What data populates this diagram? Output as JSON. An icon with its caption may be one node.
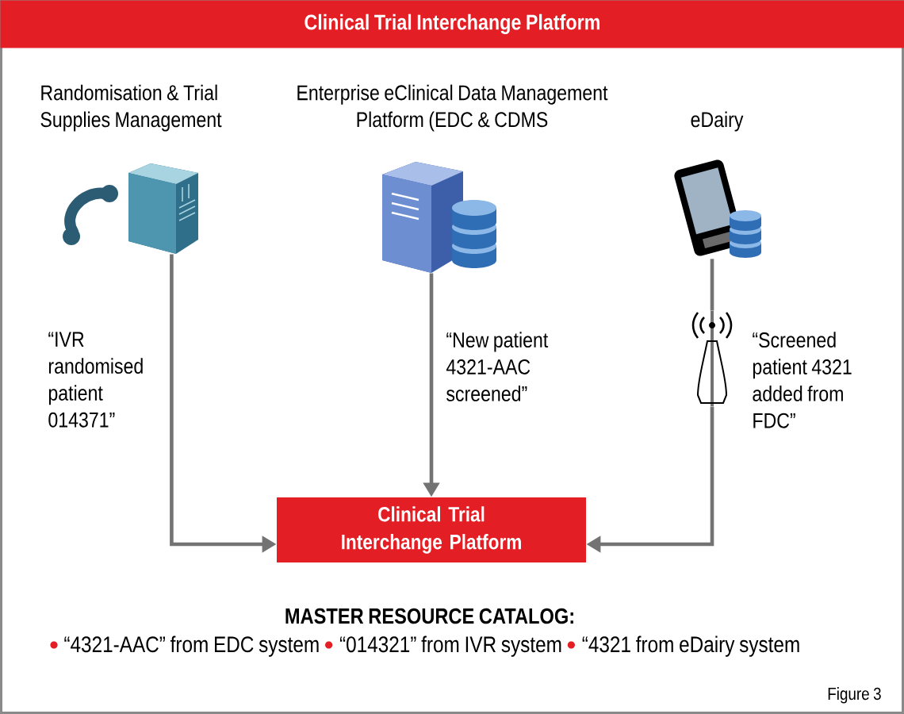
{
  "diagram": {
    "title": "Clinical Trial Interchange Platform",
    "nodes": [
      {
        "text": [
          "Randomisation & Trial Supplies Management"
        ]
      },
      {
        "text": [
          "Enterprise eClinical Data Management Platform (EDC & CDMS"
        ]
      },
      {
        "text": [
          "eDairy"
        ]
      },
      {
        "text": [],
        "shape": "picture"
      },
      {
        "text": [
          "Clinical Trial Interchange Platform"
        ]
      }
    ],
    "edges": [
      {
        "from": 0,
        "to": 4,
        "arrow": "to",
        "label": "“IVR randomised patient 014371”"
      },
      {
        "from": 1,
        "to": 4,
        "arrow": "to",
        "label": "“New patient 4321-AAC screened”"
      },
      {
        "from": 2,
        "to": 3,
        "arrow": "none"
      },
      {
        "from": 3,
        "to": 4,
        "arrow": "to",
        "label": "“Screened patient 4321 added from FDC”"
      }
    ],
    "labels": [
      "MASTER RESOURCE CATALOG:",
      "“4321-AAC” from EDC system",
      "“014321” from IVR system",
      "“4321 from eDairy system",
      "Figure 3"
    ]
  }
}
